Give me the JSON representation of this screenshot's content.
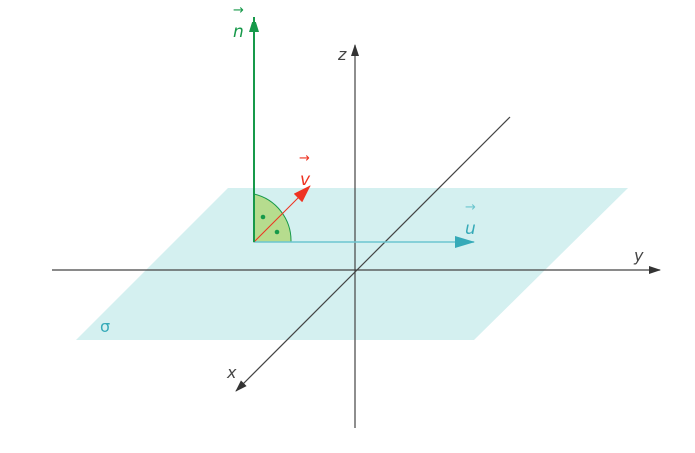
{
  "labels": {
    "n": "n",
    "v": "v",
    "u": "u",
    "x": "x",
    "y": "y",
    "z": "z",
    "plane": "σ",
    "arrow": "→"
  },
  "colors": {
    "axis": "#444444",
    "plane": "#d4f0f0",
    "n": "#17994a",
    "v": "#ee3322",
    "u": "#36aab8",
    "angle_fill": "#b6dc8e"
  }
}
